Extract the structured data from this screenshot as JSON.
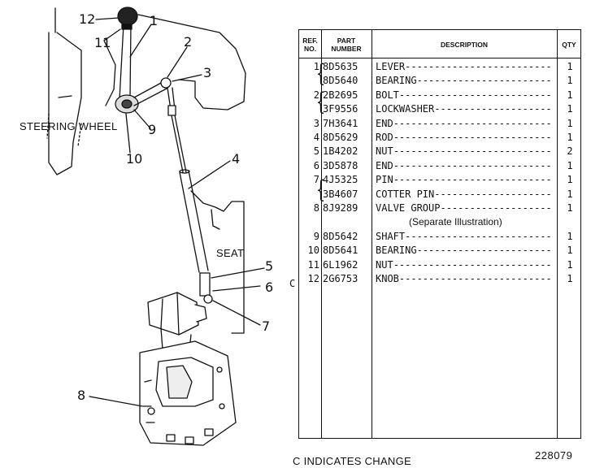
{
  "diagram": {
    "labels": {
      "steering_wheel": "STEERING WHEEL",
      "seat": "SEAT"
    },
    "callouts": [
      "12",
      "11",
      "1",
      "2",
      "3",
      "9",
      "10",
      "4",
      "5",
      "6",
      "7",
      "8"
    ]
  },
  "table": {
    "headers": {
      "ref": "REF. NO.",
      "part_number": "PART NUMBER",
      "description": "DESCRIPTION",
      "qty": "QTY"
    },
    "rows": [
      {
        "ref": "1",
        "part": "8D5635",
        "desc": "LEVER",
        "qty": "1"
      },
      {
        "ref": "",
        "part": "8D5640",
        "desc": "BEARING",
        "qty": "1"
      },
      {
        "ref": "2",
        "part": "2B2695",
        "desc": "BOLT",
        "qty": "1"
      },
      {
        "ref": "",
        "part": "3F9556",
        "desc": "LOCKWASHER",
        "qty": "1"
      },
      {
        "ref": "3",
        "part": "7H3641",
        "desc": "END",
        "qty": "1"
      },
      {
        "ref": "4",
        "part": "8D5629",
        "desc": "ROD",
        "qty": "1"
      },
      {
        "ref": "5",
        "part": "1B4202",
        "desc": "NUT",
        "qty": "2"
      },
      {
        "ref": "6",
        "part": "3D5878",
        "desc": "END",
        "qty": "1"
      },
      {
        "ref": "7",
        "part": "4J5325",
        "desc": "PIN",
        "qty": "1"
      },
      {
        "ref": "",
        "part": "3B4607",
        "desc": "COTTER PIN",
        "qty": "1"
      },
      {
        "ref": "8",
        "part": "8J9289",
        "desc": "VALVE GROUP",
        "qty": "1"
      },
      {
        "ref": "",
        "part": "",
        "desc": "(Separate Illustration)",
        "qty": ""
      },
      {
        "ref": "9",
        "part": "8D5642",
        "desc": "SHAFT",
        "qty": "1"
      },
      {
        "ref": "10",
        "part": "8D5641",
        "desc": "BEARING",
        "qty": "1"
      },
      {
        "ref": "11",
        "part": "6L1962",
        "desc": "NUT",
        "qty": "1"
      },
      {
        "ref": "12",
        "part": "2G6753",
        "desc": "KNOB",
        "qty": "1"
      }
    ],
    "change_marker": "C"
  },
  "footer": {
    "note": "C INDICATES CHANGE",
    "illustration_number": "228079"
  }
}
